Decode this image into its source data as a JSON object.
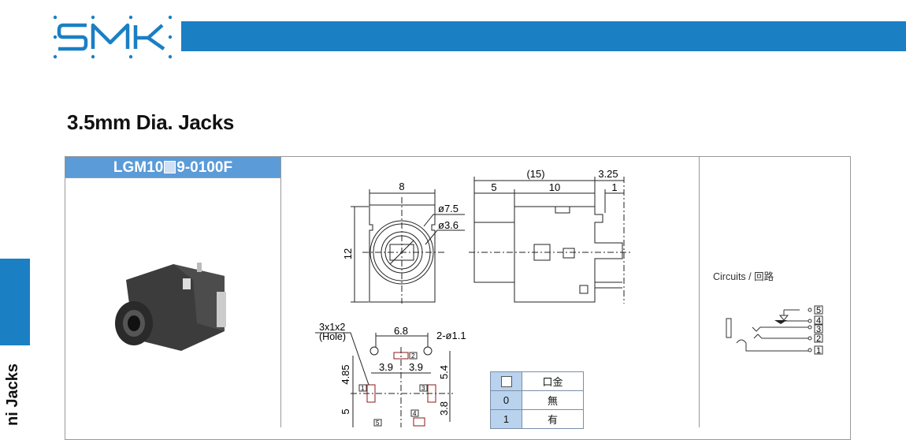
{
  "brand": {
    "logo_text": "SMK",
    "accent": "#1b7fc4"
  },
  "page": {
    "title": "3.5mm Dia. Jacks",
    "side_tab": "ni Jacks"
  },
  "product": {
    "model_prefix": "LGM10",
    "model_suffix": "9-0100F"
  },
  "front_view": {
    "width": "8",
    "height": "12",
    "dia_outer": "ø7.5",
    "dia_inner": "ø3.6"
  },
  "side_view": {
    "total": "(15)",
    "front": "5",
    "body": "10",
    "pin": "3.25",
    "pin_tip": "1"
  },
  "pcb_view": {
    "hole_note_1": "3x1x2",
    "hole_note_2": "(Hole)",
    "pitch": "6.8",
    "holes": "2-ø1.1",
    "left": "3.9",
    "right": "3.9",
    "v1": "4.85",
    "v2": "5",
    "v3": "5.4",
    "v4": "3.8",
    "pins": [
      "1",
      "2",
      "3",
      "4",
      "5"
    ]
  },
  "option_table": {
    "header_value": "口金",
    "rows": [
      {
        "key": "0",
        "value": "無"
      },
      {
        "key": "1",
        "value": "有"
      }
    ]
  },
  "circuits": {
    "label": "Circuits / 回路",
    "pins": [
      "5",
      "4",
      "3",
      "2",
      "1"
    ]
  }
}
